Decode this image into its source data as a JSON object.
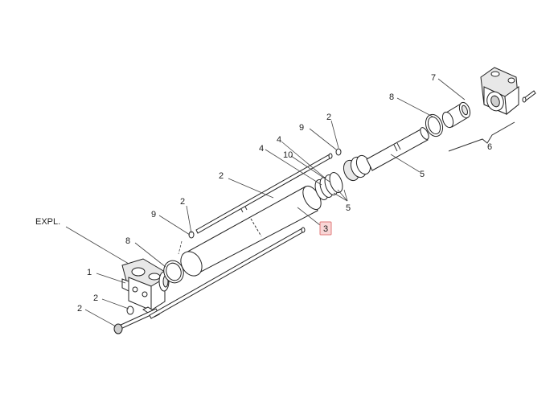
{
  "callouts": [
    {
      "id": "c-expl",
      "text": "EXPL."
    },
    {
      "id": "c-1",
      "text": "1"
    },
    {
      "id": "c-2a",
      "text": "2"
    },
    {
      "id": "c-2b",
      "text": "2"
    },
    {
      "id": "c-2c",
      "text": "2"
    },
    {
      "id": "c-2d",
      "text": "2"
    },
    {
      "id": "c-2e",
      "text": "2"
    },
    {
      "id": "c-3",
      "text": "3"
    },
    {
      "id": "c-4a",
      "text": "4"
    },
    {
      "id": "c-4b",
      "text": "4"
    },
    {
      "id": "c-5a",
      "text": "5"
    },
    {
      "id": "c-5b",
      "text": "5"
    },
    {
      "id": "c-6",
      "text": "6"
    },
    {
      "id": "c-7",
      "text": "7"
    },
    {
      "id": "c-8a",
      "text": "8"
    },
    {
      "id": "c-8b",
      "text": "8"
    },
    {
      "id": "c-9a",
      "text": "9"
    },
    {
      "id": "c-9b",
      "text": "9"
    },
    {
      "id": "c-10",
      "text": "10"
    }
  ],
  "highlight": {
    "callout": "3",
    "color": "#f9d6d6",
    "border": "#e07a7a"
  }
}
